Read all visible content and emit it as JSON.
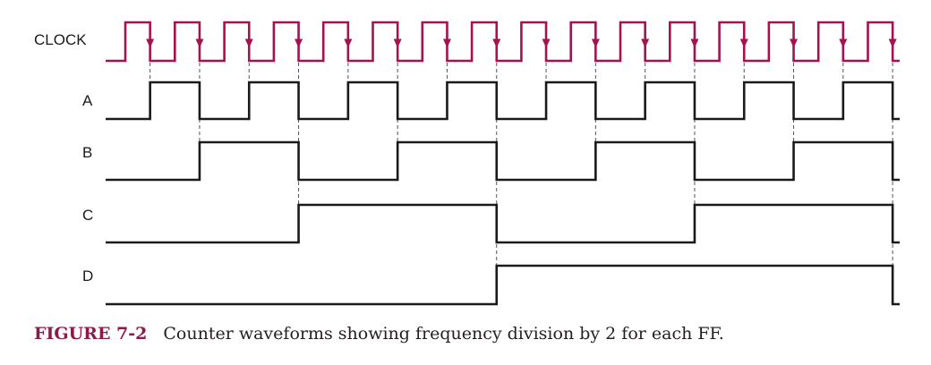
{
  "diagram": {
    "signals": [
      {
        "id": "clock",
        "label": "CLOCK",
        "color": "#a3134f",
        "transitions_at_edge": 1,
        "initial": 0,
        "arrows": true
      },
      {
        "id": "a",
        "label": "A",
        "color": "#1a1a1a",
        "transitions_at_edge": 1,
        "initial": 0
      },
      {
        "id": "b",
        "label": "B",
        "color": "#1a1a1a",
        "transitions_at_edge": 2,
        "initial": 0
      },
      {
        "id": "c",
        "label": "C",
        "color": "#1a1a1a",
        "transitions_at_edge": 4,
        "initial": 0
      },
      {
        "id": "d",
        "label": "D",
        "color": "#1a1a1a",
        "transitions_at_edge": 8,
        "initial": 0
      }
    ],
    "clock_pulses": 16
  },
  "caption": {
    "number": "FIGURE 7-2",
    "text": "Counter waveforms showing frequency division by 2 for each FF."
  }
}
